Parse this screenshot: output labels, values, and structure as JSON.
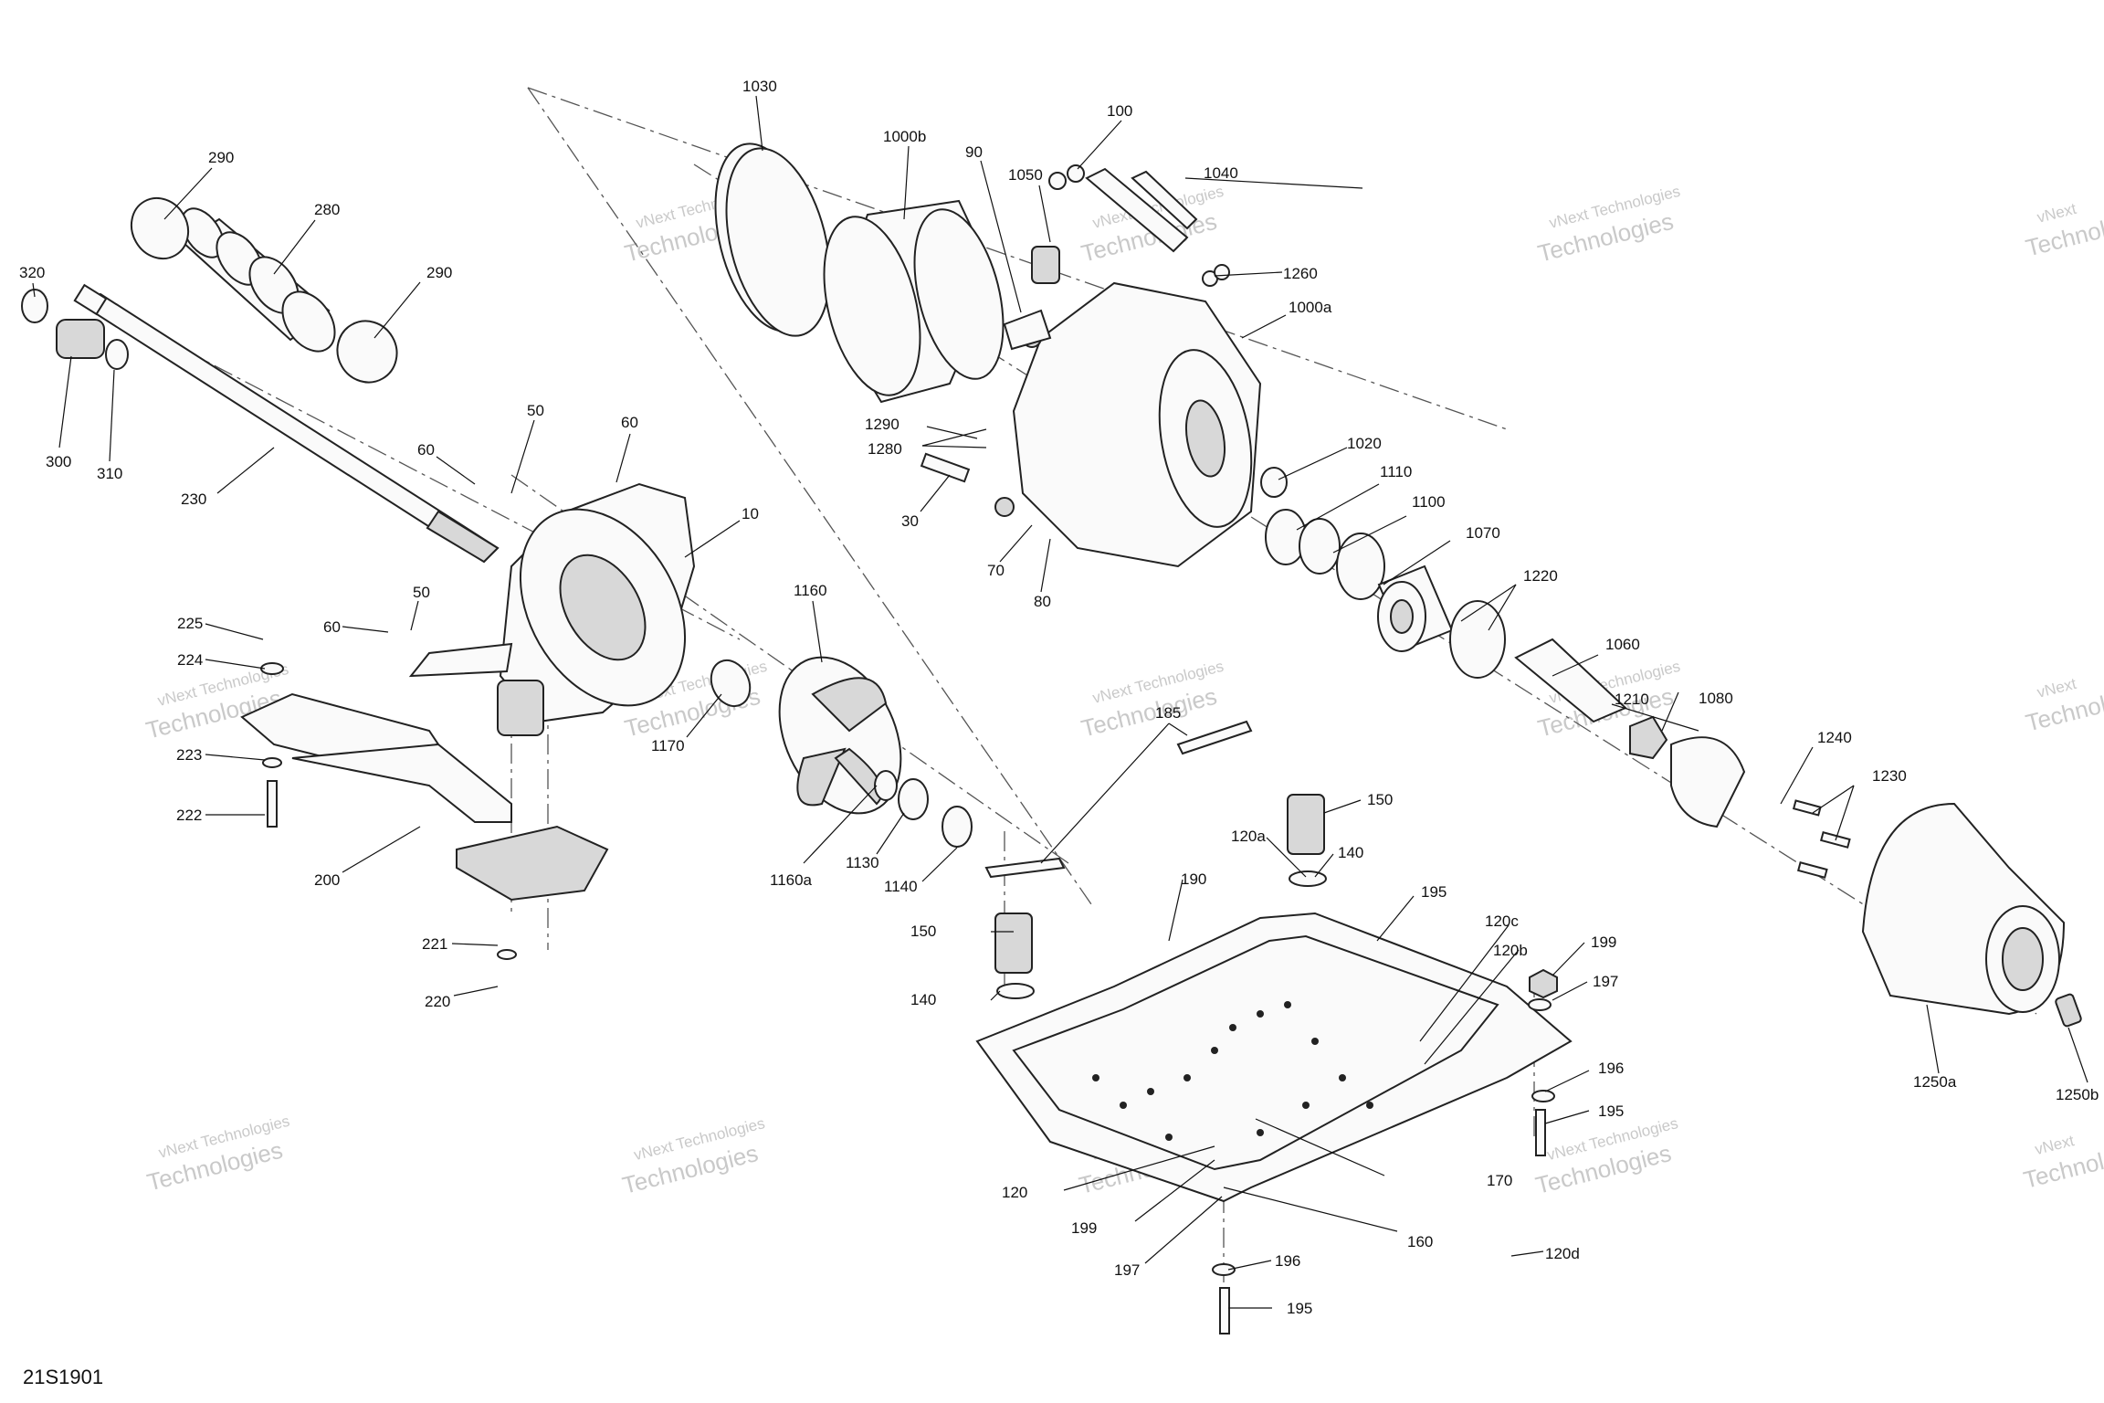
{
  "diagram_code": "21S1901",
  "watermark": {
    "line1": "vNext Technologies",
    "line2": "vNext",
    "line3": "Technologies"
  },
  "callouts": {
    "c1030": "1030",
    "c1000b": "1000b",
    "c100": "100",
    "c90": "90",
    "c1050": "1050",
    "c1040": "1040",
    "c1260": "1260",
    "c1000a": "1000a",
    "c290a": "290",
    "c280": "280",
    "c290b": "290",
    "c320": "320",
    "c300": "300",
    "c310": "310",
    "c230": "230",
    "c50a": "50",
    "c60a": "60",
    "c60b": "60",
    "c10": "10",
    "c1290": "1290",
    "c1280": "1280",
    "c30": "30",
    "c70": "70",
    "c80": "80",
    "c1020": "1020",
    "c1110": "1110",
    "c1100": "1100",
    "c1070": "1070",
    "c1220": "1220",
    "c1060": "1060",
    "c1080": "1080",
    "c1210": "1210",
    "c1240": "1240",
    "c1230": "1230",
    "c225": "225",
    "c224": "224",
    "c60c": "60",
    "c50b": "50",
    "c1160": "1160",
    "c1170": "1170",
    "c223": "223",
    "c222": "222",
    "c200": "200",
    "c1160a": "1160a",
    "c1130": "1130",
    "c1140": "1140",
    "c221": "221",
    "c220": "220",
    "c185": "185",
    "c150a": "150",
    "c120a": "120a",
    "c140a": "140",
    "c190": "190",
    "c195a": "195",
    "c120c": "120c",
    "c120b": "120b",
    "c199a": "199",
    "c197a": "197",
    "c150b": "150",
    "c140b": "140",
    "c196a": "196",
    "c195b": "195",
    "c170": "170",
    "c120": "120",
    "c199b": "199",
    "c160": "160",
    "c197b": "197",
    "c196b": "196",
    "c120d": "120d",
    "c195c": "195",
    "c1250a": "1250a",
    "c1250b": "1250b"
  }
}
